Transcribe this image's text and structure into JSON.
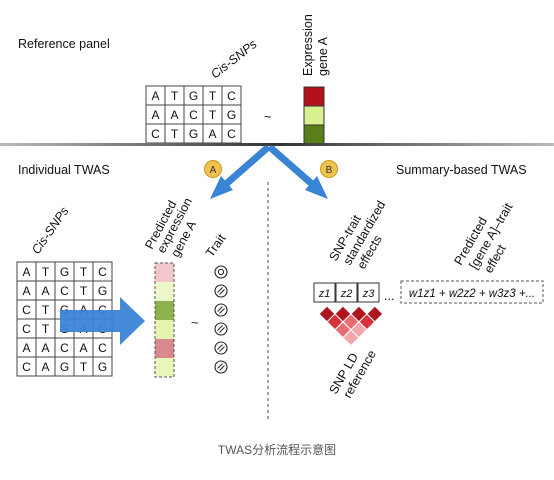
{
  "reference_panel": {
    "title": "Reference panel",
    "cis_snps_label": "Cis-SNPs",
    "expression_label": [
      "Expression",
      "gene A"
    ],
    "tilde": "~",
    "grid": [
      [
        "A",
        "T",
        "G",
        "T",
        "C"
      ],
      [
        "A",
        "A",
        "C",
        "T",
        "G"
      ],
      [
        "C",
        "T",
        "G",
        "A",
        "C"
      ]
    ]
  },
  "badges": {
    "a": "A",
    "b": "B"
  },
  "individual": {
    "title": "Individual TWAS",
    "cis_snps_label": "Cis-SNPs",
    "predicted_label": [
      "Predicted",
      "expression",
      "gene A"
    ],
    "trait_label": "Trait",
    "tilde": "~",
    "grid": [
      [
        "A",
        "T",
        "G",
        "T",
        "C"
      ],
      [
        "A",
        "A",
        "C",
        "T",
        "G"
      ],
      [
        "C",
        "T",
        "G",
        "A",
        "C"
      ],
      [
        "C",
        "T",
        "G",
        "A",
        "C"
      ],
      [
        "A",
        "A",
        "C",
        "A",
        "C"
      ],
      [
        "C",
        "A",
        "G",
        "T",
        "G"
      ]
    ]
  },
  "summary": {
    "title": "Summary-based TWAS",
    "snp_trait_label": [
      "SNP-trait",
      "standardized",
      "effects"
    ],
    "predicted_effect_label": [
      "Predicted",
      "[gene A]–trait",
      "effect"
    ],
    "ld_label": [
      "SNP LD",
      "reference"
    ],
    "z_labels": [
      "z1",
      "z2",
      "z3"
    ],
    "ellipsis": "...",
    "formula": "w1z1 + w2z2 + w3z3 +..."
  },
  "caption": "TWAS分析流程示意图",
  "colors": {
    "expr_dark_red": "#b3121b",
    "expr_light_green": "#d9f08f",
    "expr_dark_green": "#5a7f1a",
    "pred_colors": [
      "#f3c6c9",
      "#eef7c9",
      "#8db24d",
      "#e5f5b0",
      "#d98a8e",
      "#e9f7b9"
    ],
    "arrow_blue": "#3a84d6",
    "badge_fill": "#f2c14e",
    "ld_colors": [
      "#b0141c",
      "#d6323c",
      "#e86a73",
      "#f3a6ab"
    ]
  }
}
